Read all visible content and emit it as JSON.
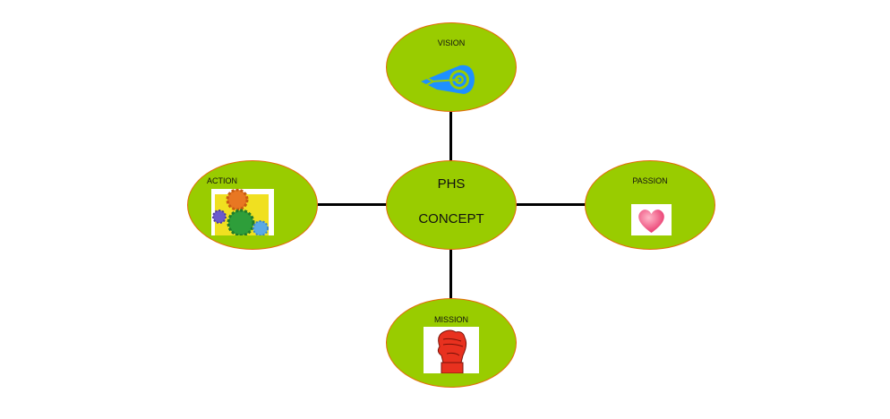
{
  "diagram": {
    "type": "hub-and-spoke",
    "center": {
      "line1": "PHS",
      "line2": "CONCEPT"
    },
    "nodes": {
      "vision": {
        "label": "VISION",
        "icon": "target-arrow-icon"
      },
      "action": {
        "label": "ACTION",
        "icon": "gears-icon"
      },
      "passion": {
        "label": "PASSION",
        "icon": "heart-icon"
      },
      "mission": {
        "label": "MISSION",
        "icon": "raised-fist-icon"
      }
    },
    "colors": {
      "node_fill": "#99cc00",
      "node_border": "#e46c0a",
      "connector": "#000000"
    }
  }
}
